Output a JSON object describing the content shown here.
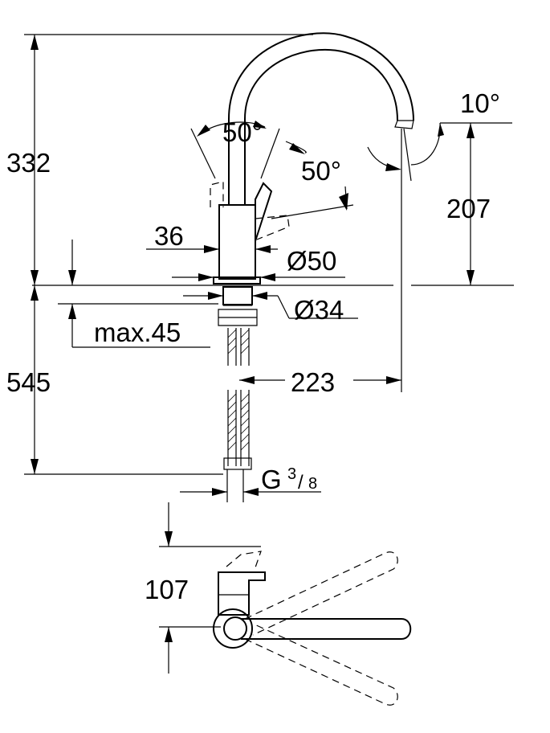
{
  "dimensions": {
    "height_total": "332",
    "below_counter": "545",
    "spout_height": "207",
    "spout_reach": "223",
    "lever_angle_left": "50°",
    "lever_angle_right": "50°",
    "spout_angle": "10°",
    "body_width": "36",
    "base_diameter": "Ø50",
    "hole_diameter": "Ø34",
    "max_counter_thickness": "max.45",
    "connection_thread": "G",
    "connection_numerator": "3",
    "connection_denominator": "8",
    "top_view_depth": "107"
  }
}
